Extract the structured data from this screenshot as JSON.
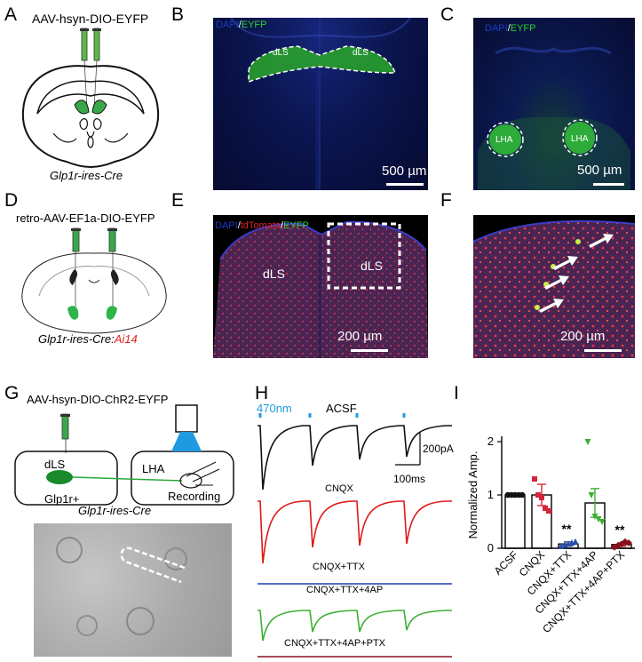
{
  "panels": {
    "A": {
      "label": "A",
      "virus": "AAV-hsyn-DIO-EYFP",
      "mouse": "Glp1r-ires-Cre"
    },
    "B": {
      "label": "B",
      "stain_dapi": "DAPI",
      "stain_sep": "/",
      "stain_eyfp": "EYFP",
      "region_left": "dLS",
      "region_right": "dLS",
      "scale": "500 µm"
    },
    "C": {
      "label": "C",
      "stain_dapi": "DAPI",
      "stain_sep": "/",
      "stain_eyfp": "EYFP",
      "region_left": "LHA",
      "region_right": "LHA",
      "scale": "500 µm"
    },
    "D": {
      "label": "D",
      "virus": "retro-AAV-EF1a-DIO-EYFP",
      "mouse_a": "Glp1r-ires-Cre",
      "mouse_sep": ":",
      "mouse_b": "Ai14"
    },
    "E": {
      "label": "E",
      "stain_dapi": "DAPI",
      "stain_sep1": "/",
      "stain_td": "tdTomato",
      "stain_sep2": "/",
      "stain_eyfp": "EYFP",
      "region_left": "dLS",
      "region_right": "dLS",
      "scale": "200 µm"
    },
    "F": {
      "label": "F",
      "scale": "200 µm"
    },
    "G": {
      "label": "G",
      "virus": "AAV-hsyn-DIO-ChR2-EYFP",
      "region_src": "dLS",
      "cell": "Glp1r+",
      "region_dst": "LHA",
      "recording": "Recording",
      "mouse": "Glp1r-ires-Cre"
    },
    "H": {
      "label": "H",
      "stim": "470nm",
      "traces": [
        "ACSF",
        "CNQX",
        "CNQX+TTX",
        "CNQX+TTX+4AP",
        "CNQX+TTX+4AP+PTX"
      ],
      "scale_y": "200pA",
      "scale_x": "100ms"
    },
    "I": {
      "label": "I",
      "significance_1": "**",
      "significance_2": "**"
    }
  },
  "colors": {
    "dapi": "#1a3cc8",
    "eyfp": "#2fd12f",
    "tdtomato": "#e52222",
    "stim": "#1e9be0",
    "acsf": "#111111",
    "cnqx": "#e01818",
    "ttx": "#1a3fb5",
    "ap4": "#3cb034",
    "ptx": "#8a1020"
  },
  "chart_data": {
    "type": "bar",
    "categories": [
      "ACSF",
      "CNQX",
      "CNQX+TTX",
      "CNQX+TTX+4AP",
      "CNQX+TTX+4AP+PTX"
    ],
    "values": [
      1.0,
      1.0,
      0.08,
      0.85,
      0.07
    ],
    "errors": [
      0.0,
      0.2,
      0.04,
      0.27,
      0.03
    ],
    "points": [
      [
        1,
        1,
        1,
        1,
        1
      ],
      [
        1.3,
        1.0,
        0.95,
        0.75,
        0.7
      ],
      [
        0.04,
        0.06,
        0.08,
        0.1,
        0.12
      ],
      [
        2.0,
        1.0,
        0.6,
        0.55,
        0.5
      ],
      [
        0.02,
        0.05,
        0.08,
        0.12,
        0.1
      ]
    ],
    "point_colors": [
      "#111111",
      "#d8243a",
      "#2b4fa8",
      "#3cb034",
      "#8a1020"
    ],
    "ylabel": "Normalized Amp.",
    "ylim": [
      0,
      2
    ],
    "yticks": [
      "0",
      "1",
      "2"
    ],
    "significance": [
      "",
      "",
      "**",
      "",
      "**"
    ]
  }
}
